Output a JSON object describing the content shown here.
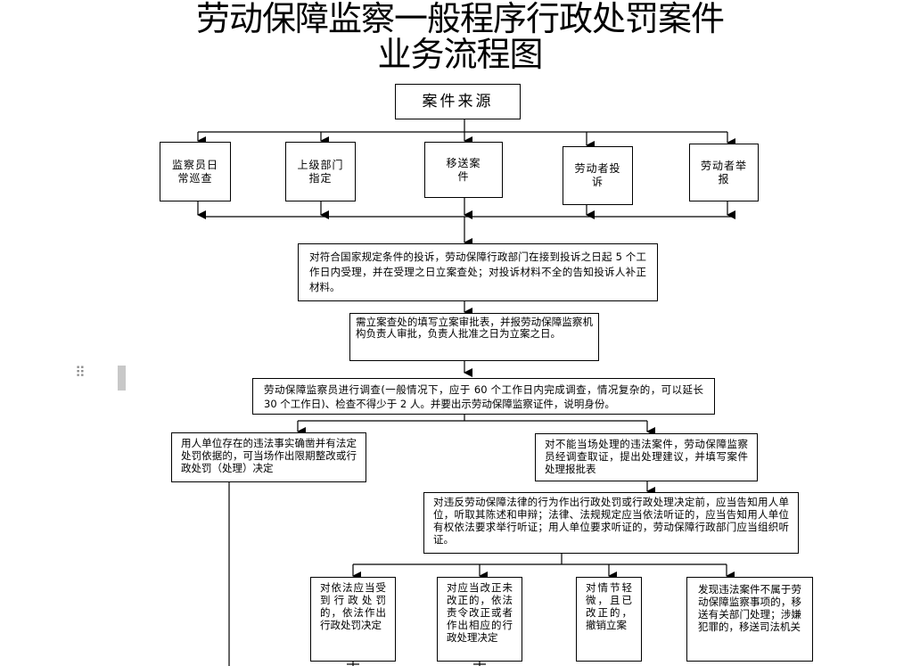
{
  "title": {
    "line1": "劳动保障监察一般程序行政处罚案件",
    "line2": "业务流程图"
  },
  "nodes": {
    "source": "案件来源",
    "daily_patrol": "监察员日常巡查",
    "superior_assign": "上级部门指定",
    "transfer": "移送案件",
    "complaint": "劳动者投诉",
    "report": "劳动者举报",
    "accept": "对符合国家规定条件的投诉，劳动保障行政部门在接到投诉之日起 5 个工作日内受理，并在受理之日立案查处；对投诉材料不全的告知投诉人补正材料。",
    "approve": "需立案查处的填写立案审批表，并报劳动保障监察机构负责人审批，负责人批准之日为立案之日。",
    "investigate": "劳动保障监察员进行调查(一般情况下，应于 60 个工作日内完成调查，情况复杂的，可以延长 30 个工作日)、检查不得少于 2 人。并要出示劳动保障监察证件，说明身份。",
    "on_site": "用人单位存在的违法事实确凿并有法定处罚依据的，可当场作出限期整改或行政处罚（处理）决定",
    "not_on_site": "对不能当场处理的违法案件，劳动保障监察员经调查取证，提出处理建议，并填写案件处理报批表",
    "notify": "对违反劳动保障法律的行为作出行政处罚或行政处理决定前，应当告知用人单位，听取其陈述和申辩；法律、法规规定应当依法听证的，应当告知用人单位有权依法要求举行听证；用人单位要求听证的，劳动保障行政部门应当组织听证。",
    "penalty": "对依法应当受到行政处罚的，依法作出行政处罚决定",
    "rectify": "对应当改正未改正的，依法责令改正或者作出相应的行政处理决定",
    "minor": "对情节轻微，且已改正的，撤销立案",
    "transfer_out": "发现违法案件不属于劳动保障监察事项的，移送有关部门处理；涉嫌犯罪的，移送司法机关"
  }
}
